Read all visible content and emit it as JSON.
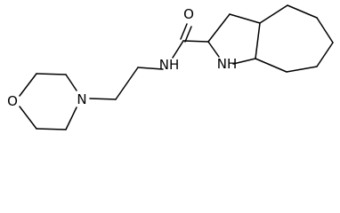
{
  "molecule": {
    "atoms": {
      "carbonyl_oxygen": "O",
      "amide_nitrogen": "NH",
      "morpholine_nitrogen": "N",
      "morpholine_oxygen": "O",
      "ring_nitrogen": "NH"
    }
  }
}
